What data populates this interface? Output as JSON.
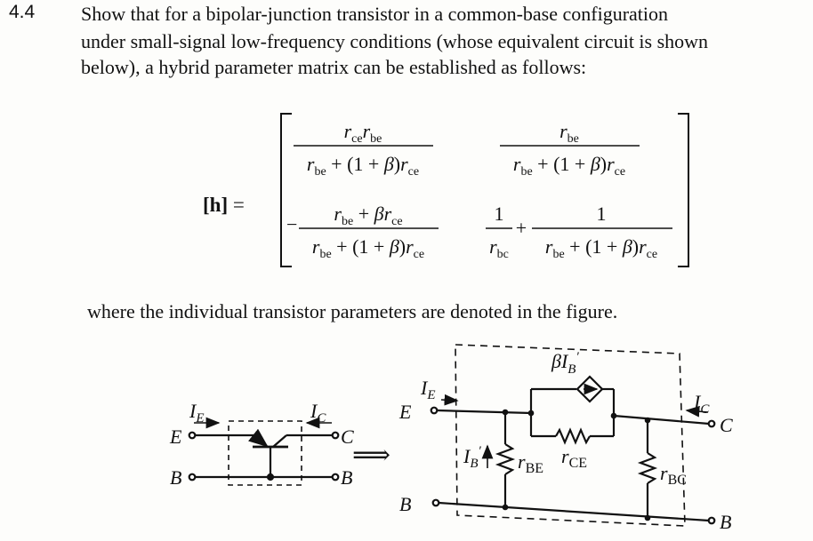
{
  "problem": {
    "number": "4.4",
    "statement_lines": [
      "Show that for a bipolar-junction transistor in a common-base configuration",
      "under small-signal low-frequency conditions (whose equivalent circuit is shown",
      "below), a hybrid parameter matrix can be established as follows:"
    ],
    "matrix_label": "[h] =",
    "closing_text": "where the individual transistor parameters are denoted in the figure."
  },
  "matrix": {
    "r1c1": {
      "num": "r_ce r_be",
      "den": "r_be + (1 + β) r_ce"
    },
    "r1c2": {
      "num": "r_be",
      "den": "r_be + (1 + β) r_ce"
    },
    "r2c1": {
      "sign": "−",
      "num": "r_be + β r_ce",
      "den": "r_be + (1 + β) r_ce"
    },
    "r2c2": {
      "term1": "1 / r_bc",
      "term2_num": "1",
      "term2_den": "r_be + (1 + β) r_ce"
    }
  },
  "figure": {
    "left_circuit": {
      "terminal_labels": [
        "E",
        "C",
        "B",
        "B"
      ],
      "current_labels": [
        "I_E",
        "I_C"
      ]
    },
    "arrow_symbol": "⟹",
    "right_circuit": {
      "terminal_labels": [
        "E",
        "C",
        "B",
        "B"
      ],
      "current_labels": [
        "I_E",
        "I_C",
        "I'_B"
      ],
      "source_label": "βI'_B",
      "resistor_labels": [
        "r_BE",
        "r_CE",
        "r_BC"
      ]
    }
  }
}
